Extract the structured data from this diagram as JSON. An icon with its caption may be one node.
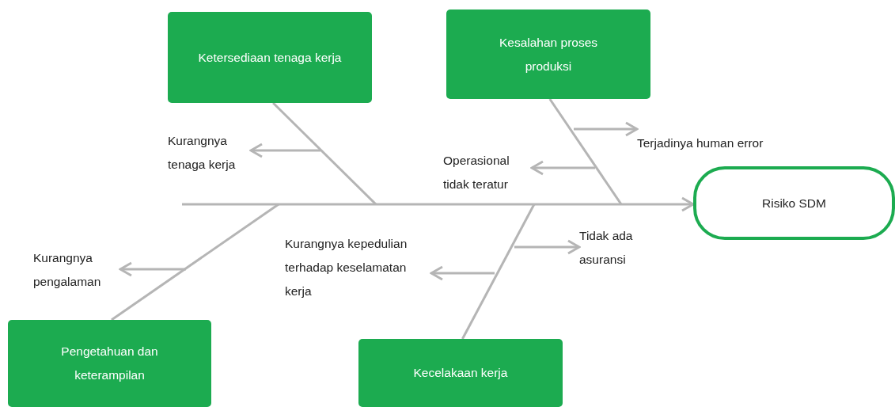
{
  "diagram": {
    "nodes": [
      {
        "text": [
          "Ketersediaan tenaga kerja"
        ]
      },
      {
        "text": [
          "Kesalahan proses produksi"
        ]
      },
      {
        "text": [
          "Risiko SDM"
        ]
      },
      {
        "text": [
          "Pengetahuan dan keterampilan"
        ]
      },
      {
        "text": [
          "Kecelakaan kerja"
        ]
      },
      {
        "text": [
          "Kurangnya tenaga kerja"
        ]
      },
      {
        "text": [
          "Terjadinya human error"
        ]
      },
      {
        "text": [
          "Operasional tidak teratur"
        ]
      },
      {
        "text": [
          "Kurangnya pengalaman"
        ]
      },
      {
        "text": [
          "Kurangnya kepedulian terhadap keselamatan kerja"
        ]
      },
      {
        "text": [
          "Tidak ada asuransi"
        ]
      }
    ],
    "edges": [
      {
        "from": null,
        "to": 2,
        "arrow": "to"
      },
      {
        "from": 0,
        "to": null,
        "arrow": "none"
      },
      {
        "from": 1,
        "to": null,
        "arrow": "none"
      },
      {
        "from": 3,
        "to": null,
        "arrow": "none"
      },
      {
        "from": 4,
        "to": null,
        "arrow": "none"
      },
      {
        "from": null,
        "to": 5,
        "arrow": "to"
      },
      {
        "from": null,
        "to": 6,
        "arrow": "to"
      },
      {
        "from": null,
        "to": 7,
        "arrow": "to"
      },
      {
        "from": null,
        "to": 8,
        "arrow": "to"
      },
      {
        "from": null,
        "to": 9,
        "arrow": "to"
      },
      {
        "from": null,
        "to": 10,
        "arrow": "to"
      }
    ]
  }
}
